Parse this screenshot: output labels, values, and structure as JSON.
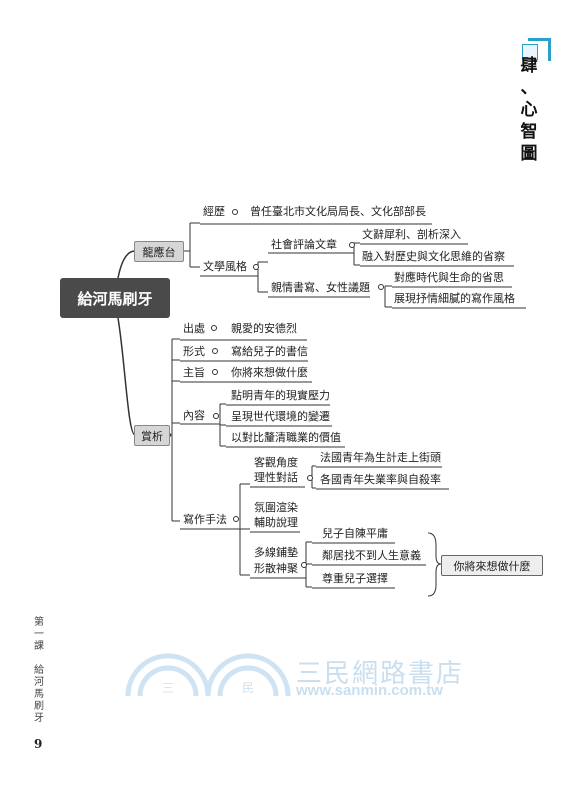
{
  "side_title": [
    "肆",
    "、",
    "心",
    "智",
    "圖"
  ],
  "root": "給河馬刷牙",
  "branch1": {
    "label": "龍應台",
    "experience_label": "經歷",
    "experience_value": "曾任臺北市文化局局長、文化部部長",
    "style_label": "文學風格",
    "social_label": "社會評論文章",
    "social_items": [
      "文辭犀利、剖析深入",
      "融入對歷史與文化思維的省察"
    ],
    "family_label": "親情書寫、女性議題",
    "family_items": [
      "對應時代與生命的省思",
      "展現抒情細膩的寫作風格"
    ]
  },
  "branch2": {
    "label": "賞析",
    "source_label": "出處",
    "source_value": "親愛的安德烈",
    "form_label": "形式",
    "form_value": "寫給兒子的書信",
    "theme_label": "主旨",
    "theme_value": "你將來想做什麼",
    "content_label": "內容",
    "content_items": [
      "點明青年的現實壓力",
      "呈現世代環境的變遷",
      "以對比釐清職業的價值"
    ],
    "method_label": "寫作手法",
    "objective_line1": "客觀角度",
    "objective_line2": "理性對話",
    "objective_items": [
      "法國青年為生計走上街頭",
      "各國青年失業率與自殺率"
    ],
    "atmosphere_line1": "氛圍渲染",
    "atmosphere_line2": "輔助說理",
    "layering_line1": "多線鋪墊",
    "layering_line2": "形散神聚",
    "layering_items": [
      "兒子自陳平庸",
      "鄰居找不到人生意義",
      "尊重兒子選擇"
    ],
    "layering_result": "你將來想做什麼"
  },
  "margin_text": [
    "第",
    "一",
    "課",
    "",
    "給",
    "河",
    "馬",
    "刷",
    "牙"
  ],
  "page_number": "9",
  "watermark": {
    "name": "三民網路書店",
    "url": "www.sanmin.com.tw",
    "logo_chars": [
      "三",
      "民"
    ]
  }
}
